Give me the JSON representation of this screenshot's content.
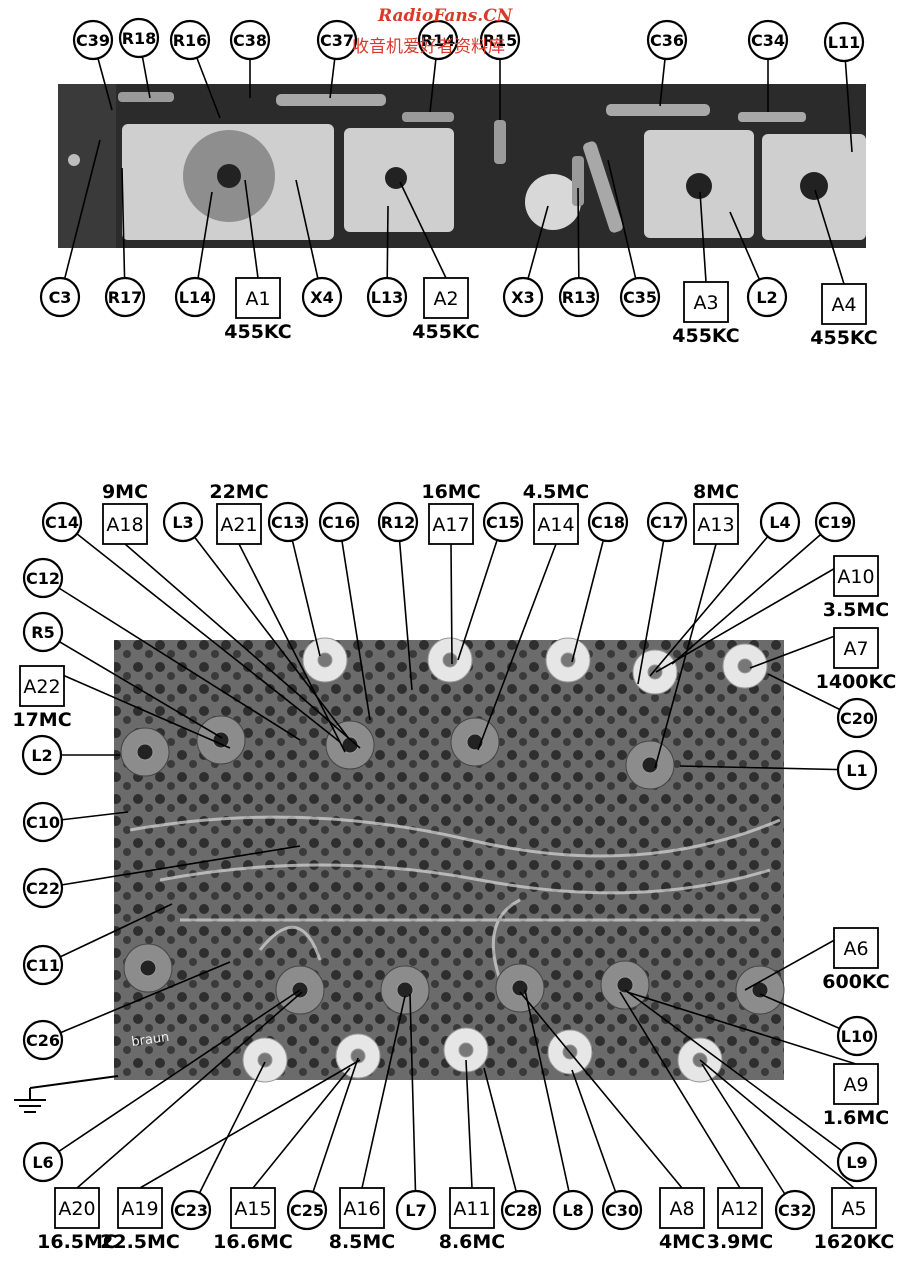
{
  "watermark": {
    "line1": "RadioFans.CN",
    "line2": "收音机爱好者资料库"
  },
  "circle_labels": {
    "C39": "C39",
    "R18": "R18",
    "R16": "R16",
    "C38": "C38",
    "C37": "C37",
    "R14": "R14",
    "R15": "R15",
    "C36": "C36",
    "C34": "C34",
    "L11": "L11",
    "C3": "C3",
    "R17": "R17",
    "L14": "L14",
    "X4": "X4",
    "L13": "L13",
    "X3": "X3",
    "R13": "R13",
    "C35": "C35",
    "L2_top": "L2",
    "C14": "C14",
    "L3": "L3",
    "C13": "C13",
    "C16": "C16",
    "R12": "R12",
    "C15": "C15",
    "C18": "C18",
    "C17": "C17",
    "L4": "L4",
    "C19": "C19",
    "C12": "C12",
    "R5": "R5",
    "L2_bot": "L2",
    "C10": "C10",
    "C22": "C22",
    "C11": "C11",
    "C26": "C26",
    "L6": "L6",
    "C20": "C20",
    "L1": "L1",
    "L10": "L10",
    "L9": "L9",
    "C23": "C23",
    "C25": "C25",
    "L7": "L7",
    "C28": "C28",
    "L8": "L8",
    "C30": "C30",
    "C32": "C32"
  },
  "box_labels": {
    "A1": "A1",
    "A2": "A2",
    "A3": "A3",
    "A4": "A4",
    "A18": "A18",
    "A21": "A21",
    "A17": "A17",
    "A14": "A14",
    "A13": "A13",
    "A10": "A10",
    "A7": "A7",
    "A22": "A22",
    "A6": "A6",
    "A9": "A9",
    "A20": "A20",
    "A19": "A19",
    "A15": "A15",
    "A16": "A16",
    "A11": "A11",
    "A8": "A8",
    "A12": "A12",
    "A5": "A5"
  },
  "freq_labels": {
    "A1": "455KC",
    "A2": "455KC",
    "A3": "455KC",
    "A4": "455KC",
    "A18": "9MC",
    "A21": "22MC",
    "A17": "16MC",
    "A14": "4.5MC",
    "A13": "8MC",
    "A10": "3.5MC",
    "A7": "1400KC",
    "A22": "17MC",
    "A6": "600KC",
    "A9": "1.6MC",
    "A20": "16.5MC",
    "A19": "22.5MC",
    "A15": "16.6MC",
    "A16": "8.5MC",
    "A11": "8.6MC",
    "A8": "4MC",
    "A12": "3.9MC",
    "A5": "1620KC"
  },
  "pcb_marking": "braun"
}
